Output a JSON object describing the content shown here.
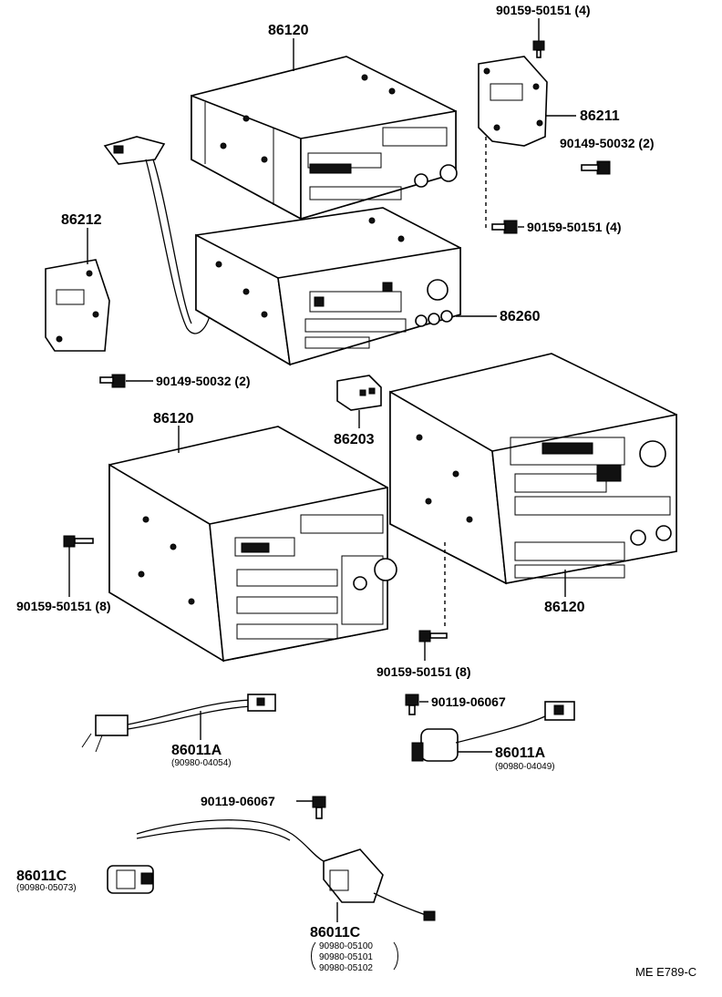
{
  "labels": {
    "top_unit": "86120",
    "bolt_top_right": "90159-50151 (4)",
    "bracket_right": "86211",
    "screw_right": "90149-50032 (2)",
    "bolt_mid_right": "90159-50151 (4)",
    "bracket_left": "86212",
    "tape_unit": "86260",
    "screw_left": "90149-50032 (2)",
    "connector_center": "86203",
    "left_unit": "86120",
    "right_unit": "86120",
    "bolt_left": "90159-50151 (8)",
    "bolt_center": "90159-50151 (8)",
    "screw_harness_right": "90119-06067",
    "harness_left": "86011A",
    "harness_left_sub": "(90980-04054)",
    "harness_right": "86011A",
    "harness_right_sub": "(90980-04049)",
    "screw_bottom": "90119-06067",
    "connector_left": "86011C",
    "connector_left_sub": "(90980-05073)",
    "module_bottom": "86011C",
    "module_sub_1": "90980-05100",
    "module_sub_2": "90980-05101",
    "module_sub_3": "90980-05102",
    "drawing_code": "ME E789-C"
  }
}
